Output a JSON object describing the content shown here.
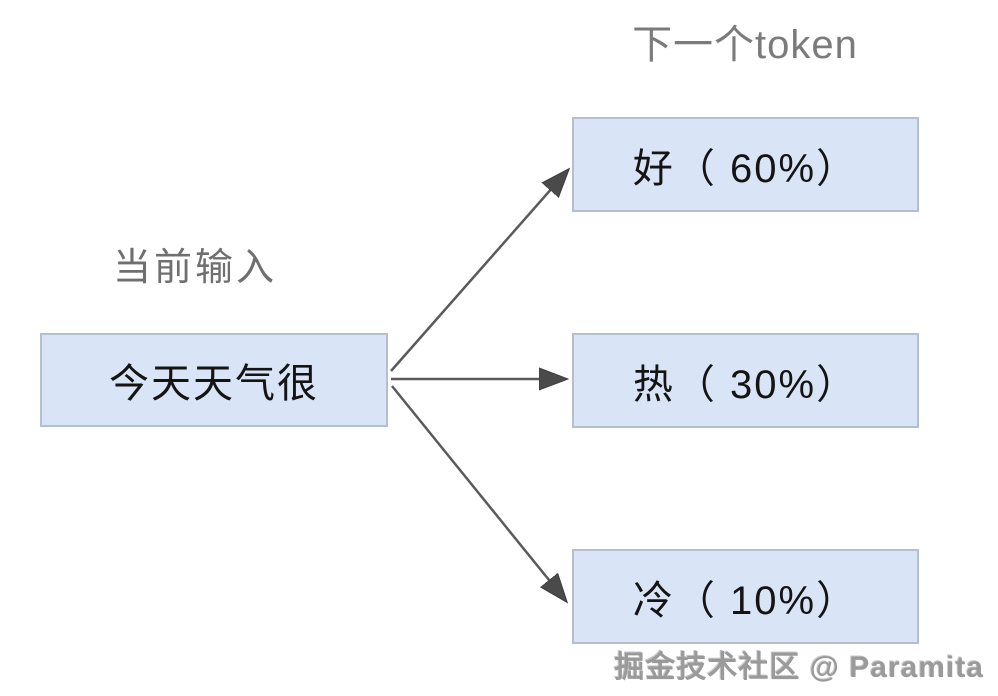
{
  "diagram": {
    "title": "下一个token",
    "input_label": "当前输入",
    "input_box": {
      "text": "今天天气很"
    },
    "predictions": [
      {
        "token": "好",
        "probability": "60%",
        "text": "好（ 60%）"
      },
      {
        "token": "热",
        "probability": "30%",
        "text": "热（ 30%）"
      },
      {
        "token": "冷",
        "probability": "10%",
        "text": "冷（ 10%）"
      }
    ],
    "watermark": "掘金技术社区 @ Paramita",
    "colors": {
      "background": "#ffffff",
      "box_fill": "#d9e5f6",
      "box_border": "#b3bfcc",
      "box_text": "#141414",
      "label_text": "#6f6f6f",
      "title_text": "#7b7b7b",
      "arrow": "#5a5a5a",
      "arrowhead": "#4a4a4a",
      "watermark_text": "#9a9a9a"
    }
  }
}
